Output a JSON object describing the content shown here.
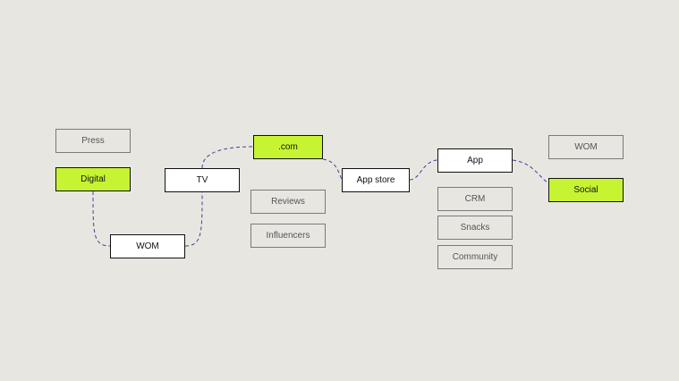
{
  "diagram": {
    "nodes": {
      "press": {
        "label": "Press",
        "style": "outline"
      },
      "digital": {
        "label": "Digital",
        "style": "green"
      },
      "wom_left": {
        "label": "WOM",
        "style": "white"
      },
      "tv": {
        "label": "TV",
        "style": "white"
      },
      "dotcom": {
        "label": ".com",
        "style": "green"
      },
      "reviews": {
        "label": "Reviews",
        "style": "outline"
      },
      "influencers": {
        "label": "Influencers",
        "style": "outline"
      },
      "app_store": {
        "label": "App store",
        "style": "white"
      },
      "app": {
        "label": "App",
        "style": "white"
      },
      "crm": {
        "label": "CRM",
        "style": "outline"
      },
      "snacks": {
        "label": "Snacks",
        "style": "outline"
      },
      "community": {
        "label": "Community",
        "style": "outline"
      },
      "wom_right": {
        "label": "WOM",
        "style": "outline"
      },
      "social": {
        "label": "Social",
        "style": "green"
      }
    },
    "path": [
      "digital",
      "wom_left",
      "tv",
      "dotcom",
      "app_store",
      "app",
      "social"
    ],
    "colors": {
      "background": "#e8e6e0",
      "accent_green": "#c6f432",
      "connector": "#4a3f9a",
      "outline_border": "#7a7a78"
    }
  }
}
